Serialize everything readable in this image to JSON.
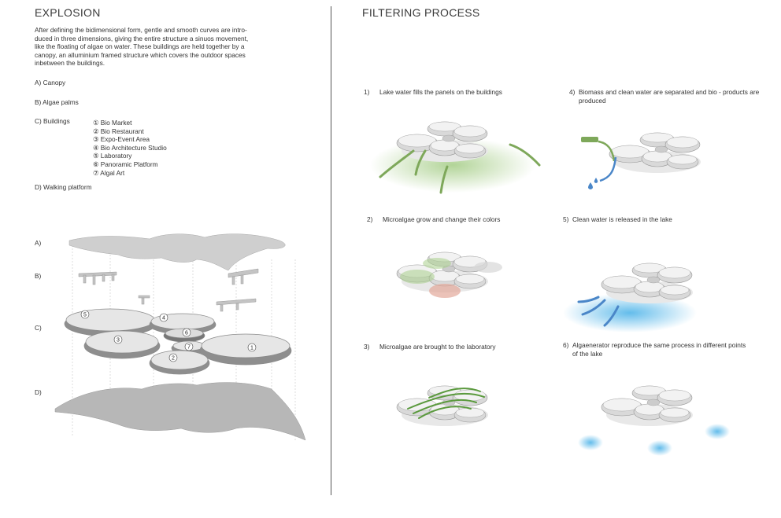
{
  "left": {
    "title": "EXPLOSION",
    "paragraph": "After defining the bidimensional form, gentle and smooth curves are intro-duced in three dimensions, giving the entire structure a sinuos movement, like the floating of algae on water. These buildings are held together by a canopy, an alluminium framed structure which covers the outdoor spaces inbetween the buildings.",
    "paragraph_lines": [
      "After defining the bidimensional form, gentle and smooth curves are intro-",
      "duced in three dimensions, giving the entire structure a sinuos movement,",
      "like the floating of algae on water. These buildings are held together by a",
      "canopy, an alluminium framed structure which covers the outdoor spaces",
      "inbetween the buildings."
    ],
    "items": {
      "a": "A) Canopy",
      "b": "B) Algae palms",
      "c": "C) Buildings",
      "d": "D) Walking platform"
    },
    "buildings": [
      "① Bio Market",
      "② Bio Restaurant",
      "③ Expo-Event Area",
      "④ Bio Architecture Studio",
      "⑤ Laboratory",
      "⑥ Panoramic Platform",
      "⑦ Algal Art"
    ],
    "layer_labels": {
      "a": "A)",
      "b": "B)",
      "c": "C)",
      "d": "D)"
    },
    "bubble_numbers": [
      "1",
      "2",
      "3",
      "4",
      "5",
      "6",
      "7"
    ]
  },
  "right": {
    "title": "FILTERING PROCESS",
    "steps": [
      {
        "num": "1)",
        "line1": "Lake water fills the panels on the buildings",
        "line2": ""
      },
      {
        "num": "2)",
        "line1": "Microalgae grow and change their colors",
        "line2": ""
      },
      {
        "num": "3)",
        "line1": "Microalgae are brought to the laboratory",
        "line2": ""
      },
      {
        "num": "4)",
        "line1": "Biomass and clean water are separated and bio - products are",
        "line2": "produced"
      },
      {
        "num": "5)",
        "line1": "Clean water is released in the lake",
        "line2": ""
      },
      {
        "num": "6)",
        "line1": "Algaenerator reproduce the same process in different points",
        "line2": "of the lake"
      }
    ]
  },
  "colors": {
    "green": "#7ea85a",
    "blue": "#4a86c8",
    "lightblue": "#7cc6ea",
    "pink": "#e3a89a",
    "gray": "#9a9a9a"
  }
}
